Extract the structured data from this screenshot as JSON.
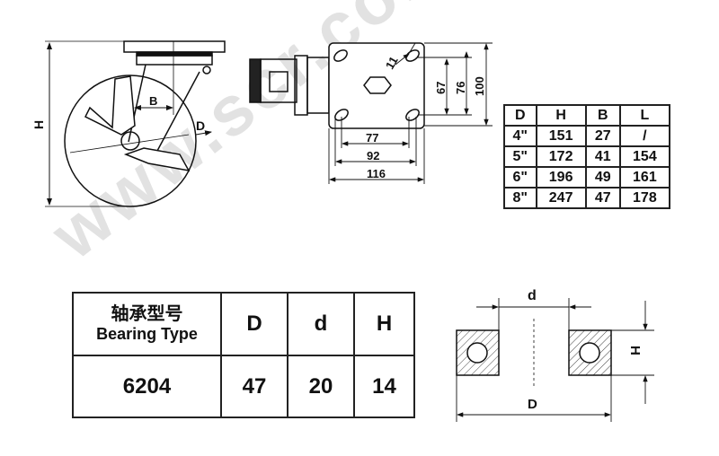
{
  "watermark": "www.scr.com.cn",
  "caster_side_view": {
    "labels": {
      "height": "H",
      "offset": "B",
      "diameter": "D"
    }
  },
  "top_plate_view": {
    "dimensions": {
      "hole_size": "11",
      "hole_spacing_x_inner": "77",
      "hole_spacing_x_outer": "92",
      "plate_width": "116",
      "hole_spacing_y_inner": "67",
      "hole_spacing_y_outer": "76",
      "plate_length": "100"
    }
  },
  "size_table": {
    "headers": [
      "D",
      "H",
      "B",
      "L"
    ],
    "rows": [
      [
        "4\"",
        "151",
        "27",
        "/"
      ],
      [
        "5\"",
        "172",
        "41",
        "154"
      ],
      [
        "6\"",
        "196",
        "49",
        "161"
      ],
      [
        "8\"",
        "247",
        "47",
        "178"
      ]
    ]
  },
  "bearing_table": {
    "header_cn": "轴承型号",
    "header_en": "Bearing Type",
    "headers": [
      "D",
      "d",
      "H"
    ],
    "row": [
      "6204",
      "47",
      "20",
      "14"
    ]
  },
  "bearing_drawing": {
    "labels": {
      "inner": "d",
      "outer": "D",
      "height": "H"
    }
  }
}
